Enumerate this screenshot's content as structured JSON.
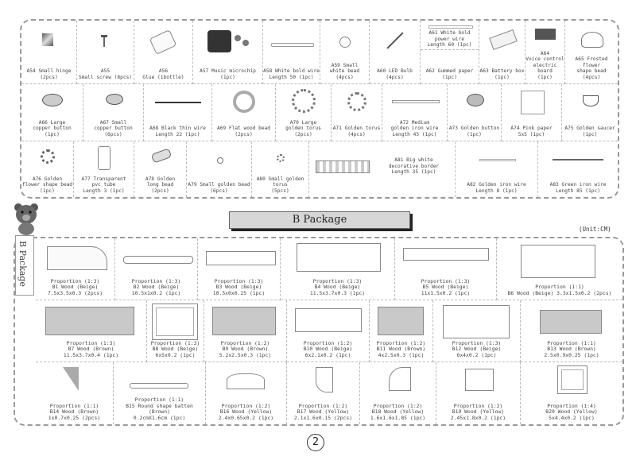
{
  "partsA": {
    "row1": [
      {
        "label": "A54 Small hinge\n(2pcs)"
      },
      {
        "label": "A55\nSmall screw (8pcs)"
      },
      {
        "label": "A56\nGlue (1bottle)"
      },
      {
        "label": "A57 Music microchip\n(1pc)"
      },
      {
        "label": "A58 White bold wire\nLength 50 (1pc)"
      },
      {
        "label": "A59 Small\nwhite bead\n(4pcs)"
      },
      {
        "label": "A60 LED Bulb\n(4pcs)"
      },
      {
        "label": "A62 Gummed paper\n(1pc)",
        "extra": "A61 White bold\npower wire\nLength 60 (1pc)"
      },
      {
        "label": "A63 Battery box\n(1pc)"
      },
      {
        "label": "A64\nVoice control\nelectric board\n(1pc)"
      },
      {
        "label": "A65 Frosted flower\nshape bead\n(4pcs)"
      }
    ],
    "row2": [
      {
        "label": "A66 Large\ncopper button\n(1pc)"
      },
      {
        "label": "A67 Small\ncopper button\n(6pcs)"
      },
      {
        "label": "A68 Black thin wire\nLength 22 (1pc)"
      },
      {
        "label": "A69 Flat wood bead\n(2pcs)"
      },
      {
        "label": "A70 Large\ngolden torus\n(2pcs)"
      },
      {
        "label": "A71 Golden torus\n(4pcs)"
      },
      {
        "label": "A72 Medium\ngolden iron wire\nLength 45 (1pc)"
      },
      {
        "label": "A73 Golden button\n(1pc)"
      },
      {
        "label": "A74 Pink paper\n5x5 (1pc)"
      },
      {
        "label": "A75 Golden saucer\n(1pc)"
      }
    ],
    "row3": [
      {
        "label": "A76 Golden\nflower shape bead\n(1pc)"
      },
      {
        "label": "A77 Transparent\npvc tube\nLength 3 (1pc)"
      },
      {
        "label": "A78 Golden\nlong bead\n(2pcs)"
      },
      {
        "label": "A79 Small golden bead\n(6pcs)"
      },
      {
        "label": "A80 Small golden torus\n(5pcs)"
      },
      {
        "label": "A81 Big white\ndecorative border\nLength 35 (1pc)"
      },
      {
        "label": "A82 Golden iron wire\nLength 8 (1pc)"
      },
      {
        "label": "A83 Green iron wire\nLength 85 (1pc)"
      }
    ]
  },
  "package": {
    "title": "B Package",
    "tab": "B Package",
    "unit": "(Unit:CM)"
  },
  "partsB": {
    "row1": [
      {
        "label": "Proportion (1:3)\nB1 Wood (Beige)\n7.5x3.5x0.3 (2pcs)"
      },
      {
        "label": "Proportion (1:3)\nB2 Wood (Beige)\n10.5x1x0.2 (1pc)"
      },
      {
        "label": "Proportion (1:3)\nB3 Wood (Beige)\n10.5x0x0.25 (1pc)"
      },
      {
        "label": "Proportion (1:3)\nB4 Wood (Beige)\n11.5x3.7x0.3 (1pc)"
      },
      {
        "label": "Proportion (1:3)\nB5 Wood (Beige)\n11x1.5x0.2 (1pc)"
      },
      {
        "label": "Proportion (1:1)\nB6 Wood (Beige) 3.3x1.5x0.2 (2pcs)"
      }
    ],
    "row2": [
      {
        "label": "Proportion (1:3)\nB7 Wood (Brown)\n11.5x3.7x0.4 (1pc)"
      },
      {
        "label": "Proportion (1:3)\nB8 Wood (Beige)\n6x5x0.2 (1pc)"
      },
      {
        "label": "Proportion (1:2)\nB9 Wood (Brown)\n5.2x2.5x0.3 (1pc)"
      },
      {
        "label": "Proportion (1:2)\nB10 Wood (Beige)\n6x2.1x0.2 (1pc)"
      },
      {
        "label": "Proportion (1:2)\nB11 Wood (Brown)\n4x2.5x0.3 (1pc)"
      },
      {
        "label": "Proportion (1:3)\nB12 Wood (Beige)\n6x4x0.2 (1pc)"
      },
      {
        "label": "Proportion (1:1)\nB13 Wood (Brown)\n2.5x0.9x0.25 (1pc)"
      }
    ],
    "row3": [
      {
        "label": "Proportion (1:1)\nB14 Wood (Brown)\n1x0.7x0.25 (2pcs)"
      },
      {
        "label": "Proportion (1:1)\nB15 Round shape batten (Brown)\n0.2cmX1.6cm (1pc)"
      },
      {
        "label": "Proportion (1:2)\nB16 Wood (Yellow)\n2.4x0.65x0.2 (1pc)"
      },
      {
        "label": "Proportion (1:2)\nB17 Wood (Yellow)\n2.1x1.6x0.15 (2pcs)"
      },
      {
        "label": "Proportion (1:2)\nB18 Wood (Yellow)\n1.6x1.6x1.85 (1pc)"
      },
      {
        "label": "Proportion (1:2)\nB19 Wood (Yellow)\n2.45x1.8x0.2 (1pc)"
      },
      {
        "label": "Proportion (1:4)\nB20 Wood (Yellow)\n5x4.4x0.2 (1pc)"
      }
    ]
  },
  "page_number": "2"
}
